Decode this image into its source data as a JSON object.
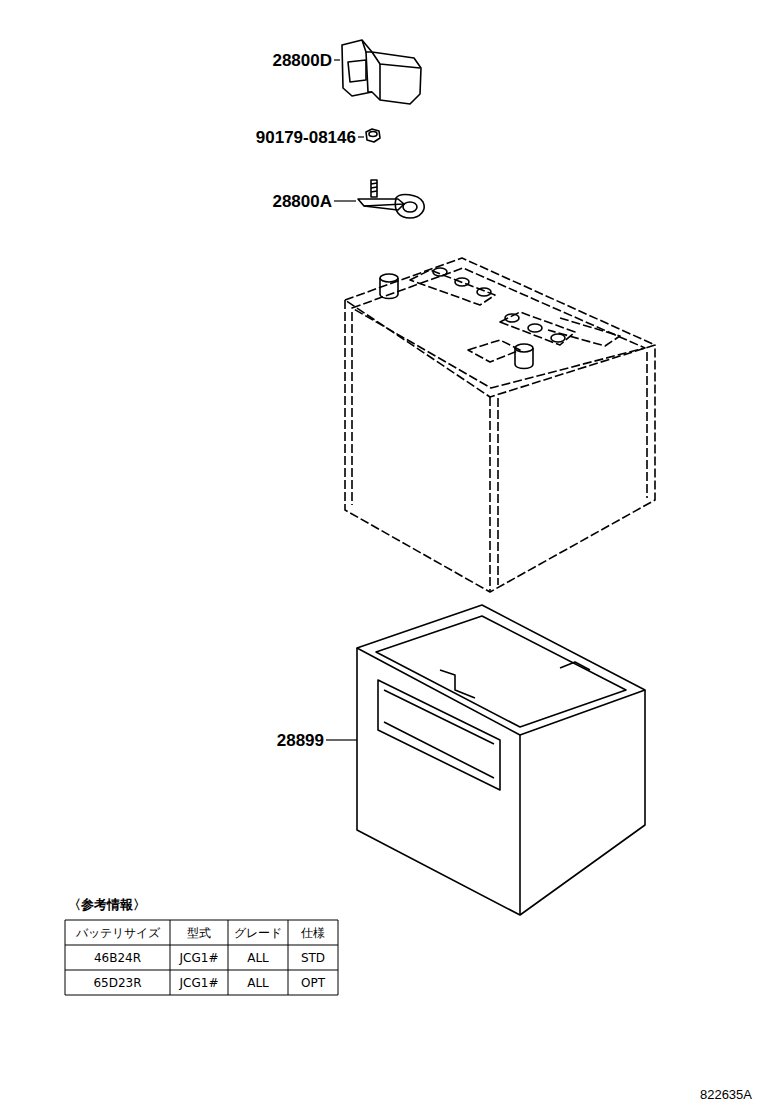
{
  "diagram": {
    "labels": [
      "28800D",
      "90179-08146",
      "28800A",
      "28899",
      "〈参考情報〉",
      "バッテリサイズ",
      "型式",
      "グレード",
      "仕様",
      "46B24R",
      "JCG1#",
      "ALL",
      "STD",
      "65D23R",
      "JCG1#",
      "ALL",
      "OPT",
      "822635A"
    ]
  }
}
